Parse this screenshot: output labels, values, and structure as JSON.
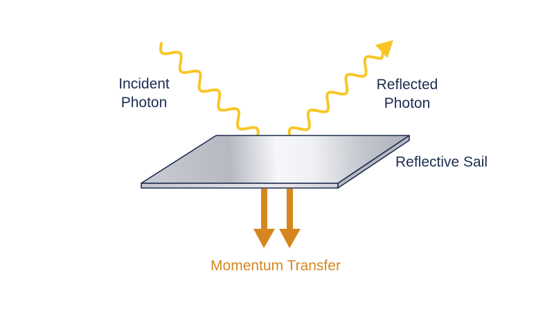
{
  "labels": {
    "incident_line1": "Incident",
    "incident_line2": "Photon",
    "reflected_line1": "Reflected",
    "reflected_line2": "Photon",
    "sail": "Reflective Sail",
    "momentum": "Momentum Transfer"
  },
  "colors": {
    "text": "#1c2b4f",
    "photon": "#f7c626",
    "momentum": "#d5861e",
    "sail_edge": "#1c2b4f",
    "sail_fill_light": "#f4f5f8",
    "sail_fill_dark": "#a9abb5"
  },
  "icons": {
    "incident_photon": "wavy-arrow-icon",
    "reflected_photon": "wavy-arrow-icon",
    "momentum": "down-arrow-icon"
  }
}
